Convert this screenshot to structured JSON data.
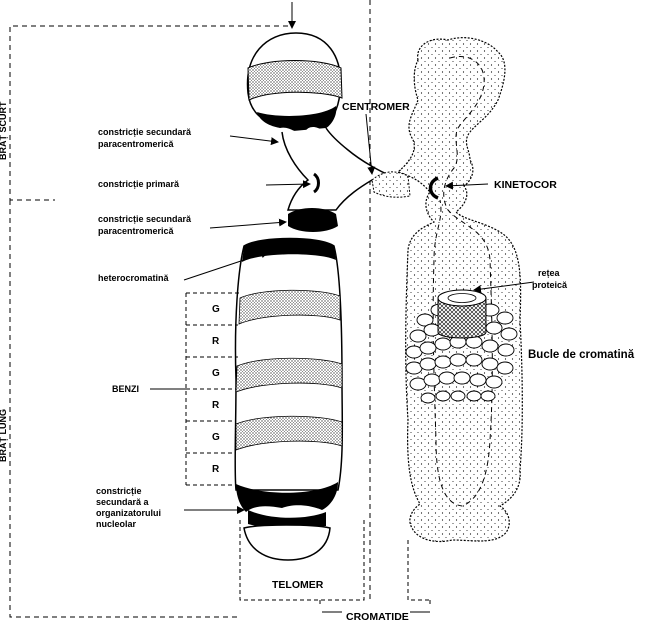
{
  "labels": {
    "brat_scurt": "BRAȚ SCURT",
    "brat_lung": "BRAȚ LUNG",
    "centromer": "CENTROMER",
    "kinetocor": "KINETOCOR",
    "telomer": "TELOMER",
    "cromatide": "CROMATIDE",
    "constrictie_sec_1": [
      "constricție secundară",
      "paracentromerică"
    ],
    "constrictie_primara": "constricție primară",
    "constrictie_sec_2": [
      "constricție secundară",
      "paracentromerică"
    ],
    "heterocromatina": "heterocromatină",
    "benzi": "BENZI",
    "constrictie_organizator": [
      "constricție",
      "secundară a",
      "organizatorului",
      "nucleolar"
    ],
    "retea_proteica": [
      "rețea",
      "proteică"
    ],
    "bucle_cromatina": "Bucle de cromatină"
  },
  "bands": [
    "G",
    "R",
    "G",
    "R",
    "G",
    "R"
  ]
}
